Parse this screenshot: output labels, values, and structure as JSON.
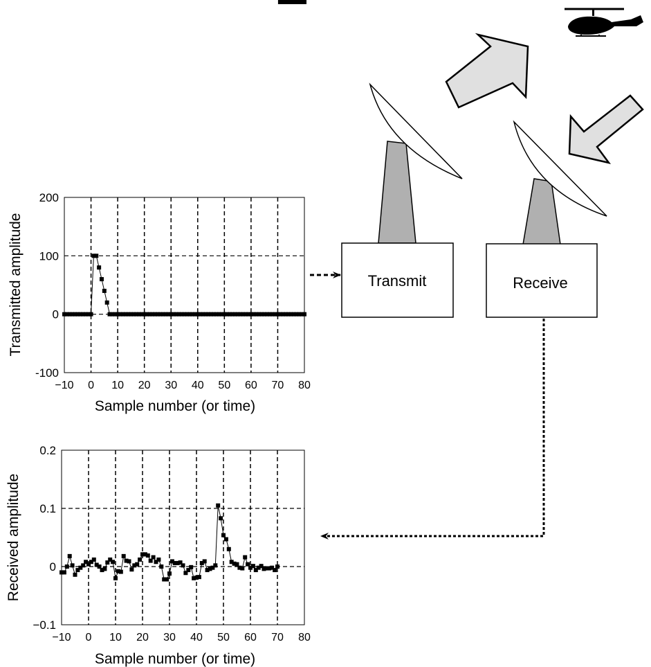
{
  "blocks": {
    "transmit_label": "Transmit",
    "receive_label": "Receive"
  },
  "icons": {
    "aircraft": "helicopter-icon",
    "transmit_antenna": "dish-antenna-icon",
    "receive_antenna": "dish-antenna-icon",
    "outgoing_wave": "arrow-up-right-icon",
    "incoming_wave": "arrow-down-left-icon"
  },
  "colors": {
    "arrow_fill": "#e0e0e0",
    "antenna_mast": "#b0b0b0",
    "line": "#000000",
    "background": "#ffffff"
  },
  "chart_data": [
    {
      "type": "scatter",
      "ylabel": "Transmitted amplitude",
      "xlabel": "Sample number (or time)",
      "xlim": [
        -10,
        80
      ],
      "ylim": [
        -100,
        200
      ],
      "x_ticks": [
        "−10",
        "0",
        "10",
        "20",
        "30",
        "40",
        "50",
        "60",
        "70",
        "80"
      ],
      "y_ticks": [
        "200",
        "100",
        "0",
        "-100"
      ],
      "grid": "dashed",
      "markers": "square, connected by thin line",
      "x": [
        -10,
        -9,
        -8,
        -7,
        -6,
        -5,
        -4,
        -3,
        -2,
        -1,
        0,
        1,
        2,
        3,
        4,
        5,
        6,
        7,
        8,
        9,
        10,
        11,
        12,
        13,
        14,
        15,
        16,
        17,
        18,
        19,
        20,
        21,
        22,
        23,
        24,
        25,
        26,
        27,
        28,
        29,
        30,
        31,
        32,
        33,
        34,
        35,
        36,
        37,
        38,
        39,
        40,
        41,
        42,
        43,
        44,
        45,
        46,
        47,
        48,
        49,
        50,
        51,
        52,
        53,
        54,
        55,
        56,
        57,
        58,
        59,
        60,
        61,
        62,
        63,
        64,
        65,
        66,
        67,
        68,
        69,
        70,
        71,
        72,
        73,
        74,
        75,
        76,
        77,
        78,
        79,
        80
      ],
      "y": [
        0,
        0,
        0,
        0,
        0,
        0,
        0,
        0,
        0,
        0,
        0,
        100,
        100,
        80,
        60,
        40,
        20,
        0,
        0,
        0,
        0,
        0,
        0,
        0,
        0,
        0,
        0,
        0,
        0,
        0,
        0,
        0,
        0,
        0,
        0,
        0,
        0,
        0,
        0,
        0,
        0,
        0,
        0,
        0,
        0,
        0,
        0,
        0,
        0,
        0,
        0,
        0,
        0,
        0,
        0,
        0,
        0,
        0,
        0,
        0,
        0,
        0,
        0,
        0,
        0,
        0,
        0,
        0,
        0,
        0,
        0,
        0,
        0,
        0,
        0,
        0,
        0,
        0,
        0,
        0,
        0,
        0,
        0,
        0,
        0,
        0,
        0,
        0,
        0,
        0,
        0
      ]
    },
    {
      "type": "scatter",
      "ylabel": "Received amplitude",
      "xlabel": "Sample number (or time)",
      "xlim": [
        -10,
        80
      ],
      "ylim": [
        -0.1,
        0.2
      ],
      "x_ticks": [
        "−10",
        "0",
        "10",
        "20",
        "30",
        "40",
        "50",
        "60",
        "70",
        "80"
      ],
      "y_ticks": [
        "0.2",
        "0.1",
        "0",
        "−0.1"
      ],
      "grid": "dashed",
      "markers": "square, connected by thin line",
      "x": [
        -10,
        -9,
        -8,
        -7,
        -6,
        -5,
        -4,
        -3,
        -2,
        -1,
        0,
        1,
        2,
        3,
        4,
        5,
        6,
        7,
        8,
        9,
        10,
        11,
        12,
        13,
        14,
        15,
        16,
        17,
        18,
        19,
        20,
        21,
        22,
        23,
        24,
        25,
        26,
        27,
        28,
        29,
        30,
        31,
        32,
        33,
        34,
        35,
        36,
        37,
        38,
        39,
        40,
        41,
        42,
        43,
        44,
        45,
        46,
        47,
        48,
        49,
        50,
        51,
        52,
        53,
        54,
        55,
        56,
        57,
        58,
        59,
        60,
        61,
        62,
        63,
        64,
        65,
        66,
        67,
        68,
        69,
        70,
        71,
        72,
        73,
        74,
        75,
        76,
        77,
        78,
        79,
        80
      ],
      "y": [
        -0.01,
        -0.01,
        0,
        0.018,
        0.002,
        -0.014,
        -0.006,
        -0.002,
        0.002,
        0.008,
        0.004,
        0.008,
        0.012,
        0.003,
        0,
        -0.006,
        -0.004,
        0.007,
        0.012,
        0.008,
        -0.02,
        -0.008,
        -0.009,
        0.018,
        0.01,
        0.009,
        -0.005,
        0.002,
        0.004,
        0.012,
        0.021,
        0.021,
        0.019,
        0.01,
        0.016,
        0.008,
        0.012,
        0,
        -0.022,
        -0.022,
        -0.012,
        0.009,
        0.006,
        0.006,
        0.007,
        0.002,
        -0.011,
        -0.006,
        -0.001,
        -0.02,
        -0.019,
        -0.018,
        0.006,
        0.009,
        -0.006,
        -0.004,
        -0.002,
        0.002,
        0.105,
        0.083,
        0.054,
        0.047,
        0.03,
        0.008,
        0.005,
        0.004,
        -0.002,
        -0.003,
        0.016,
        0.004,
        -0.002,
        0.001,
        -0.006,
        -0.002,
        0.001,
        -0.004,
        -0.003,
        -0.003,
        -0.002,
        -0.006,
        0
      ]
    }
  ]
}
